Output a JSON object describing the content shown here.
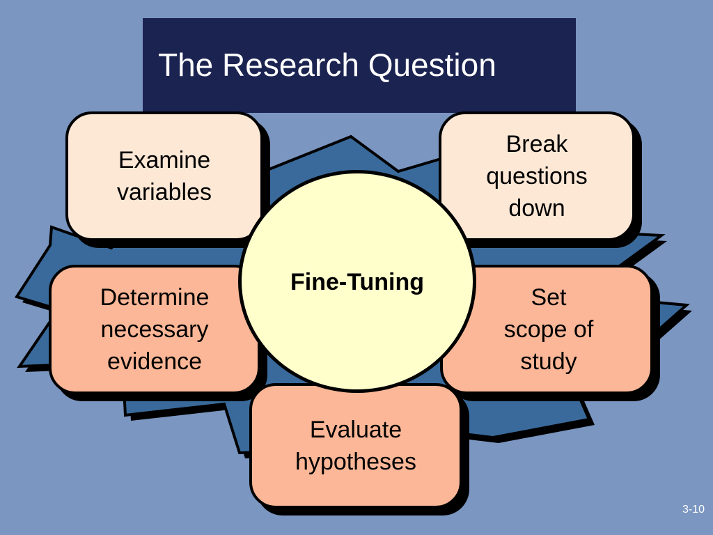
{
  "slide": {
    "title": "The Research Question",
    "slide_number": "3-10"
  },
  "colors": {
    "background": "#7b96c1",
    "title_bar": "#1b2351",
    "star_fill": "#3a6a9b",
    "box_light": "#fde8d6",
    "box_salmon": "#fbb797",
    "center_circle": "#ffffcc"
  },
  "diagram": {
    "center": {
      "label": "Fine-Tuning"
    },
    "boxes": [
      {
        "id": "examine",
        "lines": [
          "Examine",
          "variables"
        ]
      },
      {
        "id": "break",
        "lines": [
          "Break",
          "questions",
          "down"
        ]
      },
      {
        "id": "determine",
        "lines": [
          "Determine",
          "necessary",
          "evidence"
        ]
      },
      {
        "id": "set",
        "lines": [
          "Set",
          "scope of",
          "study"
        ]
      },
      {
        "id": "evaluate",
        "lines": [
          "Evaluate",
          "hypotheses"
        ]
      }
    ]
  }
}
